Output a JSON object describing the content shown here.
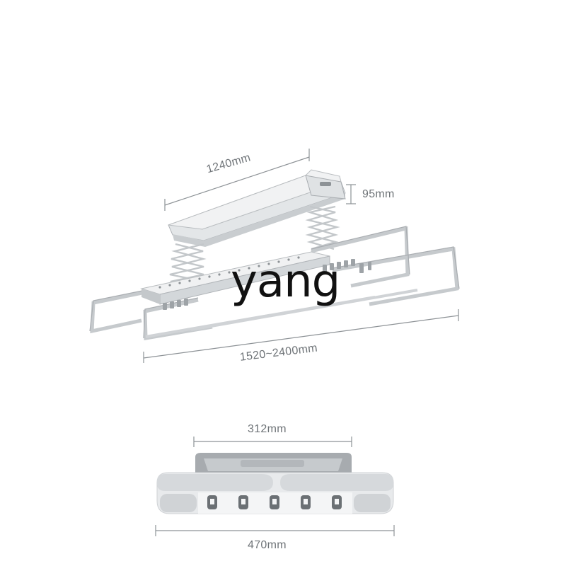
{
  "dimensions": {
    "length": "1240mm",
    "height": "95mm",
    "extension": "1520~2400mm",
    "top_width": "312mm",
    "base_width": "470mm"
  },
  "watermark": "yang",
  "colors": {
    "aluminum": "#d9dcde",
    "aluminum_dark": "#a9adb1",
    "panel": "#ebedee",
    "dimension_line": "#8d9296",
    "label": "#6f7478"
  }
}
